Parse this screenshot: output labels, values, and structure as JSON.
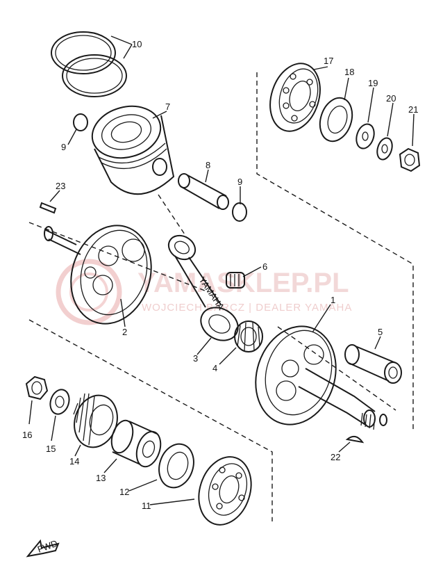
{
  "watermark": {
    "title": "YAMASKLEP.PL",
    "subtitle": "WOJCIECH BARCZ | DEALER YAMAHA",
    "color": "#e06a6a"
  },
  "rod_marking": "YAMAHA",
  "front_marker": "FWD",
  "callouts": {
    "c1": "1",
    "c2": "2",
    "c3": "3",
    "c4": "4",
    "c5": "5",
    "c6": "6",
    "c7": "7",
    "c8": "8",
    "c9a": "9",
    "c9b": "9",
    "c10": "10",
    "c11": "11",
    "c12": "12",
    "c13": "13",
    "c14": "14",
    "c15": "15",
    "c16": "16",
    "c17": "17",
    "c18": "18",
    "c19": "19",
    "c20": "20",
    "c21": "21",
    "c22": "22",
    "c23": "23"
  }
}
